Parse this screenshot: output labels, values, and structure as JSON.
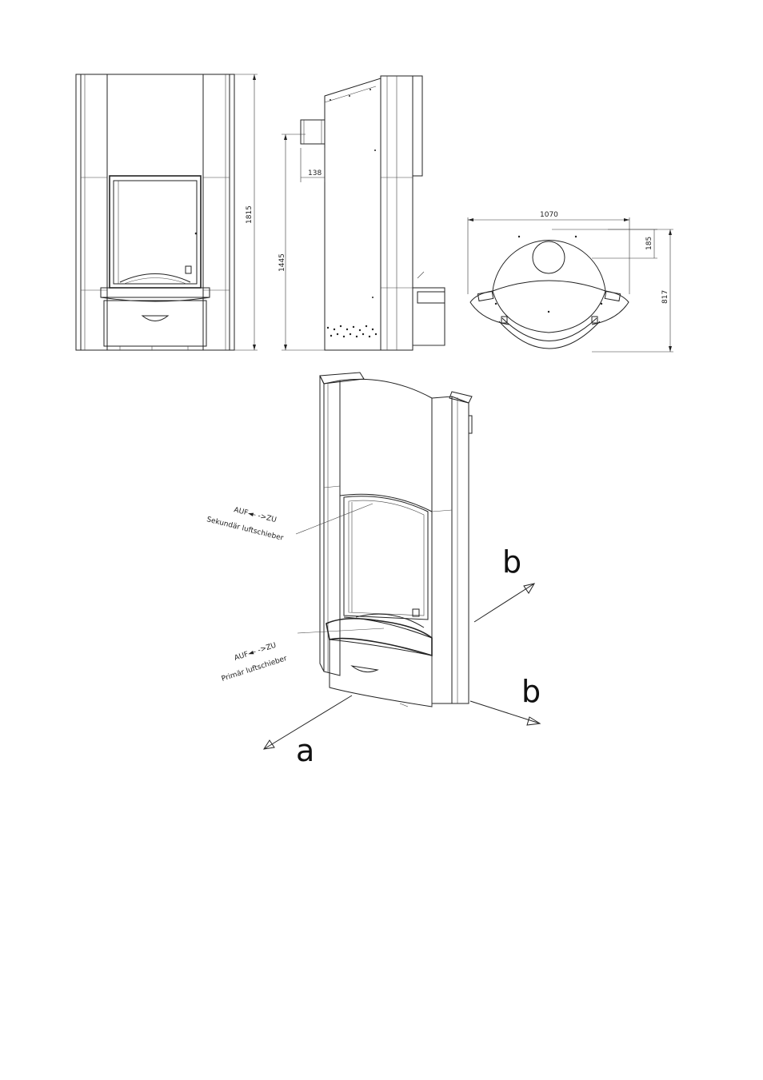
{
  "dimensions": {
    "front_height": "1815",
    "side_height": "1445",
    "side_offset": "138",
    "top_width": "1070",
    "top_offset": "185",
    "top_depth": "817"
  },
  "labels": {
    "secondary_direction": "AUF◄- ->ZU",
    "secondary_slider": "Sekundär luftschieber",
    "primary_direction": "AUF◄- ->ZU",
    "primary_slider": "Primär luftschieber",
    "axis_a": "a",
    "axis_b_upper": "b",
    "axis_b_lower": "b"
  }
}
